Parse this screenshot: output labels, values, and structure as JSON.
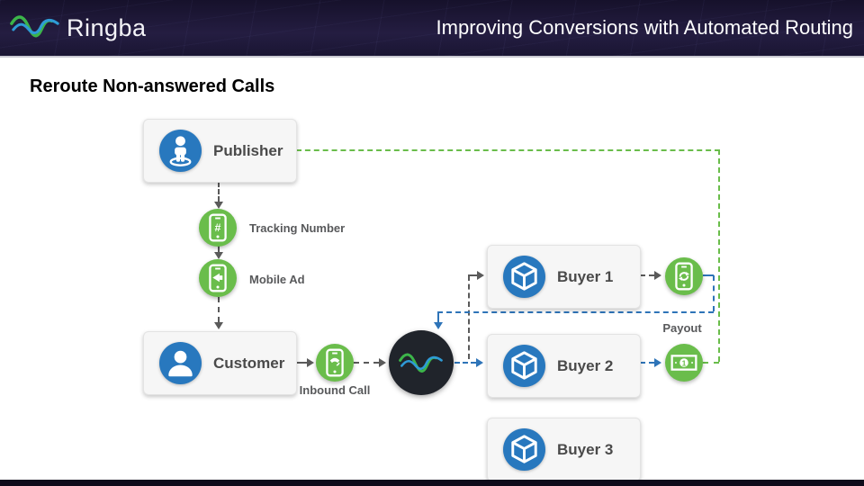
{
  "header": {
    "brand": "Ringba",
    "title": "Improving Conversions with Automated Routing"
  },
  "slide": {
    "heading": "Reroute Non-answered Calls"
  },
  "nodes": {
    "publisher": "Publisher",
    "tracking_number": "Tracking Number",
    "mobile_ad": "Mobile Ad",
    "customer": "Customer",
    "inbound_call": "Inbound Call",
    "buyer1": "Buyer 1",
    "buyer2": "Buyer 2",
    "buyer3": "Buyer 3",
    "payout_label": "Payout"
  },
  "icons": {
    "brand": "ringba-wave-logo",
    "hub": "ringba-wave-logo",
    "publisher": "person-on-ring-icon",
    "customer": "person-icon",
    "buyers": "cube-icon",
    "tracking_number": "phone-hash-icon",
    "mobile_ad": "phone-megaphone-icon",
    "inbound_call": "phone-call-icon",
    "reroute": "phone-refresh-icon",
    "payout": "money-bill-icon"
  },
  "colors": {
    "accent_green": "#6abd4b",
    "accent_blue": "#2878be",
    "line_blue": "#2e74b8",
    "line_dark": "#5a5a5a",
    "header_bg": "#1d1736",
    "hub_bg": "#20242b",
    "box_bg": "#f6f6f6"
  }
}
